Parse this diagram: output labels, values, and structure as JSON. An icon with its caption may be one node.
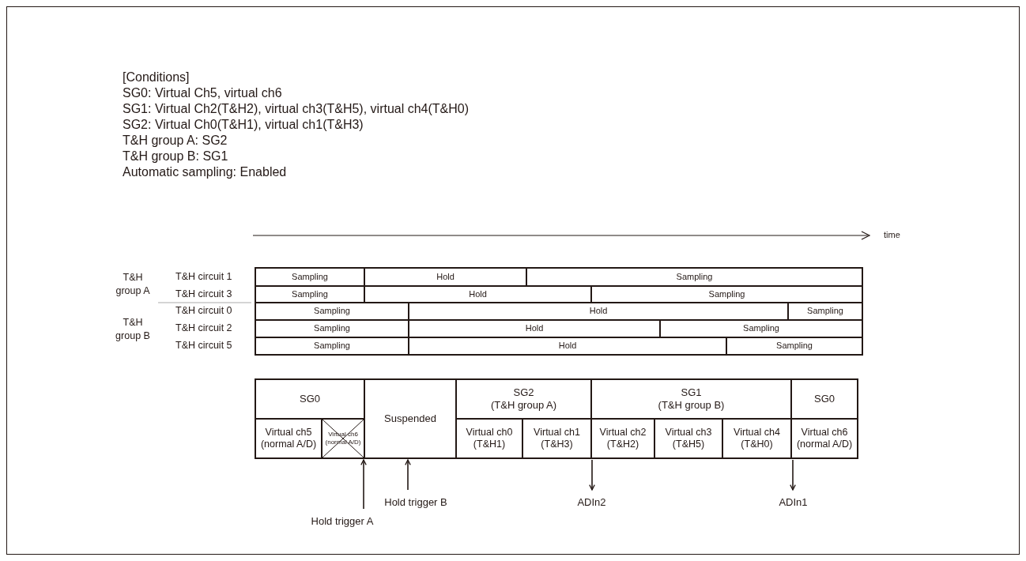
{
  "diagram": {
    "nodes": [
      {
        "text": [
          "Sampling"
        ]
      },
      {
        "text": [
          "Hold"
        ]
      },
      {
        "text": [
          "Sampling"
        ]
      },
      {
        "text": [
          "Sampling"
        ]
      },
      {
        "text": [
          "Hold"
        ]
      },
      {
        "text": [
          "Sampling"
        ]
      },
      {
        "text": [
          "Sampling"
        ]
      },
      {
        "text": [
          "Hold"
        ]
      },
      {
        "text": [
          "Sampling"
        ]
      },
      {
        "text": [
          "Sampling"
        ]
      },
      {
        "text": [
          "Hold"
        ]
      },
      {
        "text": [
          "Sampling"
        ]
      },
      {
        "text": [
          "Sampling"
        ]
      },
      {
        "text": [
          "Hold"
        ]
      },
      {
        "text": [
          "Sampling"
        ]
      },
      {
        "text": [
          "SG0"
        ]
      },
      {
        "text": [
          "Suspended"
        ]
      },
      {
        "text": [
          "SG2",
          "(T&H group A)"
        ]
      },
      {
        "text": [
          "SG1",
          "(T&H group B)"
        ]
      },
      {
        "text": [
          "SG0"
        ]
      },
      {
        "text": [
          "Virtual ch5",
          "(normal A/D)"
        ]
      },
      {
        "text": [
          "Virtual ch6",
          "(normal A/D)"
        ]
      },
      {
        "text": [
          "Virtual ch0",
          "(T&H1)"
        ]
      },
      {
        "text": [
          "Virtual ch1",
          "(T&H3)"
        ]
      },
      {
        "text": [
          "Virtual ch2",
          "(T&H2)"
        ]
      },
      {
        "text": [
          "Virtual ch3",
          "(T&H5)"
        ]
      },
      {
        "text": [
          "Virtual ch4",
          "(T&H0)"
        ]
      },
      {
        "text": [
          "Virtual ch6",
          "(normal A/D)"
        ]
      },
      {
        "text": [
          "Hold trigger B"
        ]
      },
      {
        "text": [
          "ADIn2"
        ]
      },
      {
        "text": [
          "ADIn1"
        ]
      },
      {
        "text": [
          "Hold trigger A"
        ]
      }
    ],
    "edges": [
      {
        "from": 31,
        "to": 21,
        "arrow": "to"
      },
      {
        "from": 28,
        "to": 16,
        "arrow": "to"
      },
      {
        "from": 24,
        "to": 29,
        "arrow": "to"
      },
      {
        "from": 27,
        "to": 30,
        "arrow": "to"
      }
    ],
    "labels": [
      "[Conditions]",
      "SG0: Virtual Ch5, virtual ch6",
      "SG1: Virtual Ch2(T&H2), virtual ch3(T&H5), virtual ch4(T&H0)",
      "SG2: Virtual Ch0(T&H1), virtual ch1(T&H3)",
      "T&H group A: SG2",
      "T&H group B: SG1",
      "Automatic sampling: Enabled",
      "time",
      "T&H group A",
      "T&H circuit 1",
      "T&H circuit 3",
      "T&H circuit 0",
      "T&H group B",
      "T&H circuit 2",
      "T&H circuit 5"
    ]
  }
}
